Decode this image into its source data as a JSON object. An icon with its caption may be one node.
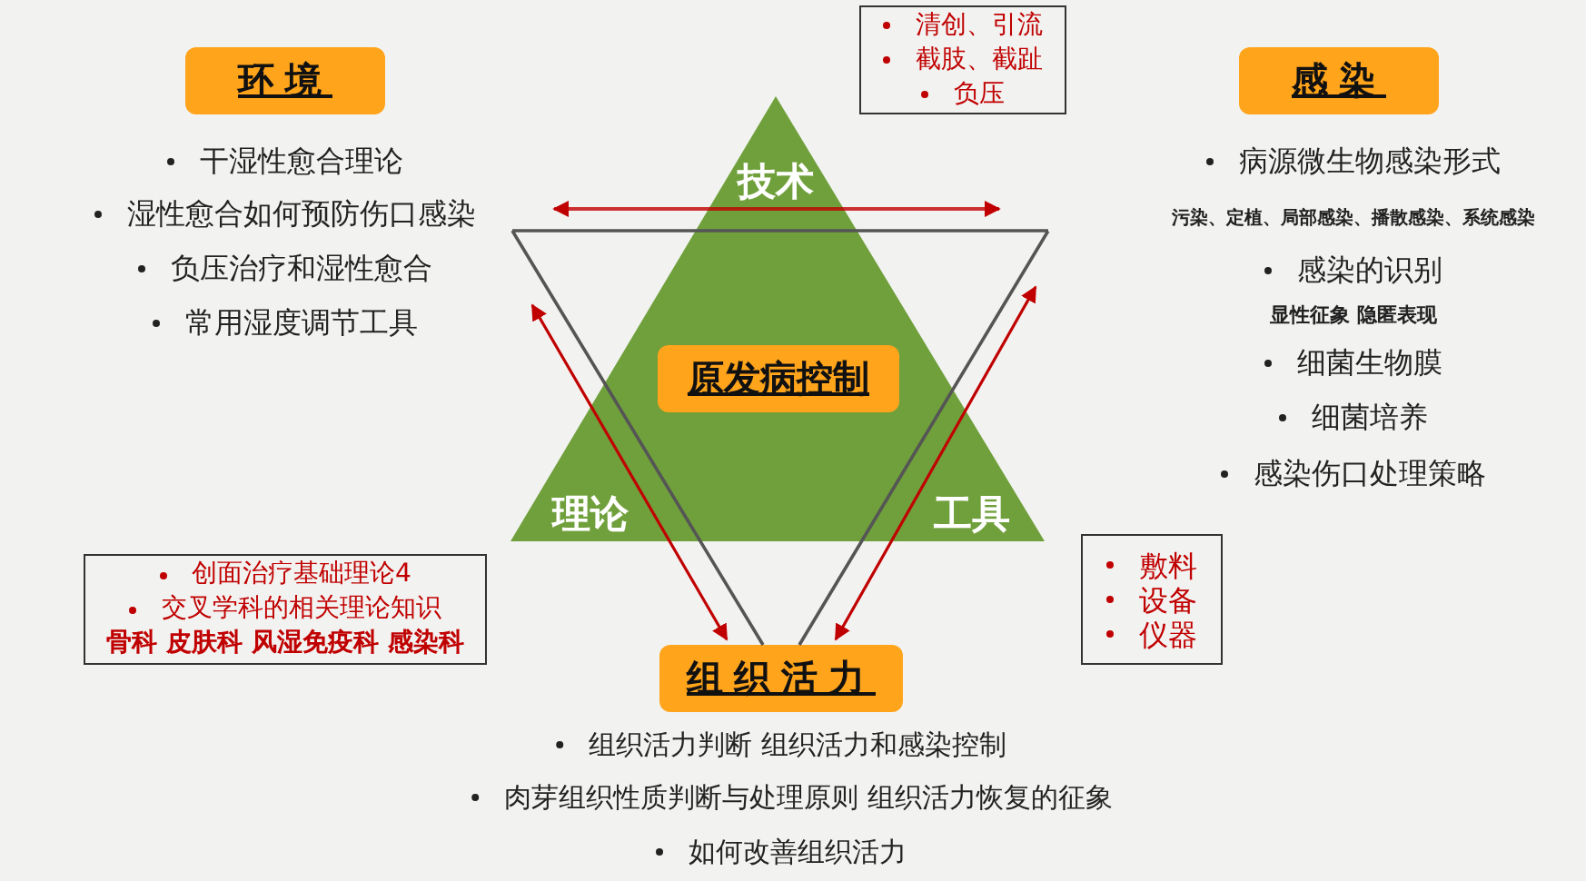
{
  "diagram": {
    "nodes": [
      {
        "text": [
          "环境"
        ]
      },
      {
        "text": [
          "感染"
        ]
      },
      {
        "text": [
          "清创、引流",
          "截肢、截趾",
          "负压"
        ]
      },
      {
        "text": [
          "技术",
          "理论",
          "工具"
        ]
      },
      {
        "text": [
          "原发病控制"
        ],
        "in": 3
      },
      {
        "text": [
          "创面治疗基础理论4",
          "交叉学科的相关理论知识",
          "骨科 皮肤科 风湿免疫科 感染科"
        ]
      },
      {
        "text": [
          "敷料",
          "设备",
          "仪器"
        ]
      },
      {
        "text": [
          "组织活力"
        ]
      }
    ],
    "edges": [
      {
        "from": null,
        "to": 7,
        "arrow": "both",
        "color": "#c00000"
      },
      {
        "from": null,
        "to": 7,
        "arrow": "both",
        "color": "#c00000"
      }
    ],
    "labels": [
      "干湿性愈合理论",
      "湿性愈合如何预防伤口感染",
      "负压治疗和湿性愈合",
      "常用湿度调节工具",
      "病源微生物感染形式",
      "污染、定植、局部感染、播散感染、系统感染",
      "感染的识别",
      "显性征象 隐匿表现",
      "细菌生物膜",
      "细菌培养",
      "感染伤口处理策略",
      "组织活力判断 组织活力和感染控制",
      "肉芽组织性质判断与处理原则 组织活力恢复的征象",
      "如何改善组织活力"
    ]
  }
}
